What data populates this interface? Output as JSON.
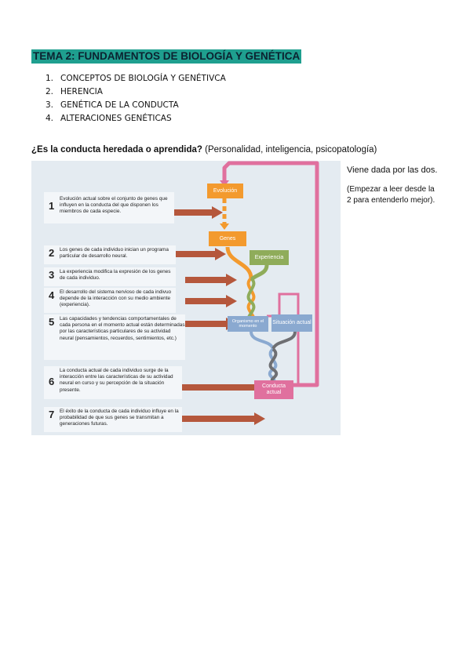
{
  "heading": "TEMA 2: FUNDAMENTOS DE BIOLOGÍA Y GENÉTICA",
  "toc": [
    {
      "num": "1.",
      "label": "CONCEPTOS DE BIOLOGÍA Y GENÉTIVCA"
    },
    {
      "num": "2.",
      "label": "HERENCIA"
    },
    {
      "num": "3.",
      "label": "GENÉTICA DE LA CONDUCTA"
    },
    {
      "num": "4.",
      "label": "ALTERACIONES GENÉTICAS"
    }
  ],
  "question": {
    "bold": "¿Es la conducta heredada o aprendida?",
    "rest": " (Personalidad, inteligencia, psicopatología)"
  },
  "notes": {
    "main": "Viene dada por las dos.",
    "hint_line1": "(Empezar a leer desde la",
    "hint_line2": "2 para entenderlo mejor)."
  },
  "figure": {
    "steps": [
      {
        "num": "1",
        "text": "Evolución actual sobre el conjunto de genes que influyen en la conducta del que disponen los miembros de cada especie."
      },
      {
        "num": "2",
        "text": "Los genes de cada individuo inician un programa particular de desarrollo neural."
      },
      {
        "num": "3",
        "text": "La experiencia modifica la expresión de los genes de cada individuo."
      },
      {
        "num": "4",
        "text": "El desarrollo del sistema nervioso de cada indivuo depende de la interacción con su medio ambiente (experiencia)."
      },
      {
        "num": "5",
        "text": "Las capacidades y tendencias comportamentales de cada persona en el momento actual están determinadas por las características particulares de su actividad neural (pensamientos, recuerdos, sentimientos, etc.)"
      },
      {
        "num": "6",
        "text": "La conducta actual de cada individuo surge de la interacción entre las características de su actividad neural en curso y su percepción de la situación presente."
      },
      {
        "num": "7",
        "text": "El éxito de la conducta de cada individuo influye en la probabilidad de que sus genes se transmitan a generaciones futuras."
      }
    ],
    "nodes": {
      "evolucion": "Evolución",
      "genes": "Genes",
      "experiencia": "Experiencia",
      "organismo": "Organismo en el momento",
      "situacion": "Situación actual",
      "conducta": "Conducta actual"
    },
    "colors": {
      "orange": "#f39a2e",
      "green": "#8fac5a",
      "blue": "#8aa9d0",
      "pink": "#e0709e",
      "arrow": "#b5573c",
      "gray": "#6e6f73"
    }
  }
}
